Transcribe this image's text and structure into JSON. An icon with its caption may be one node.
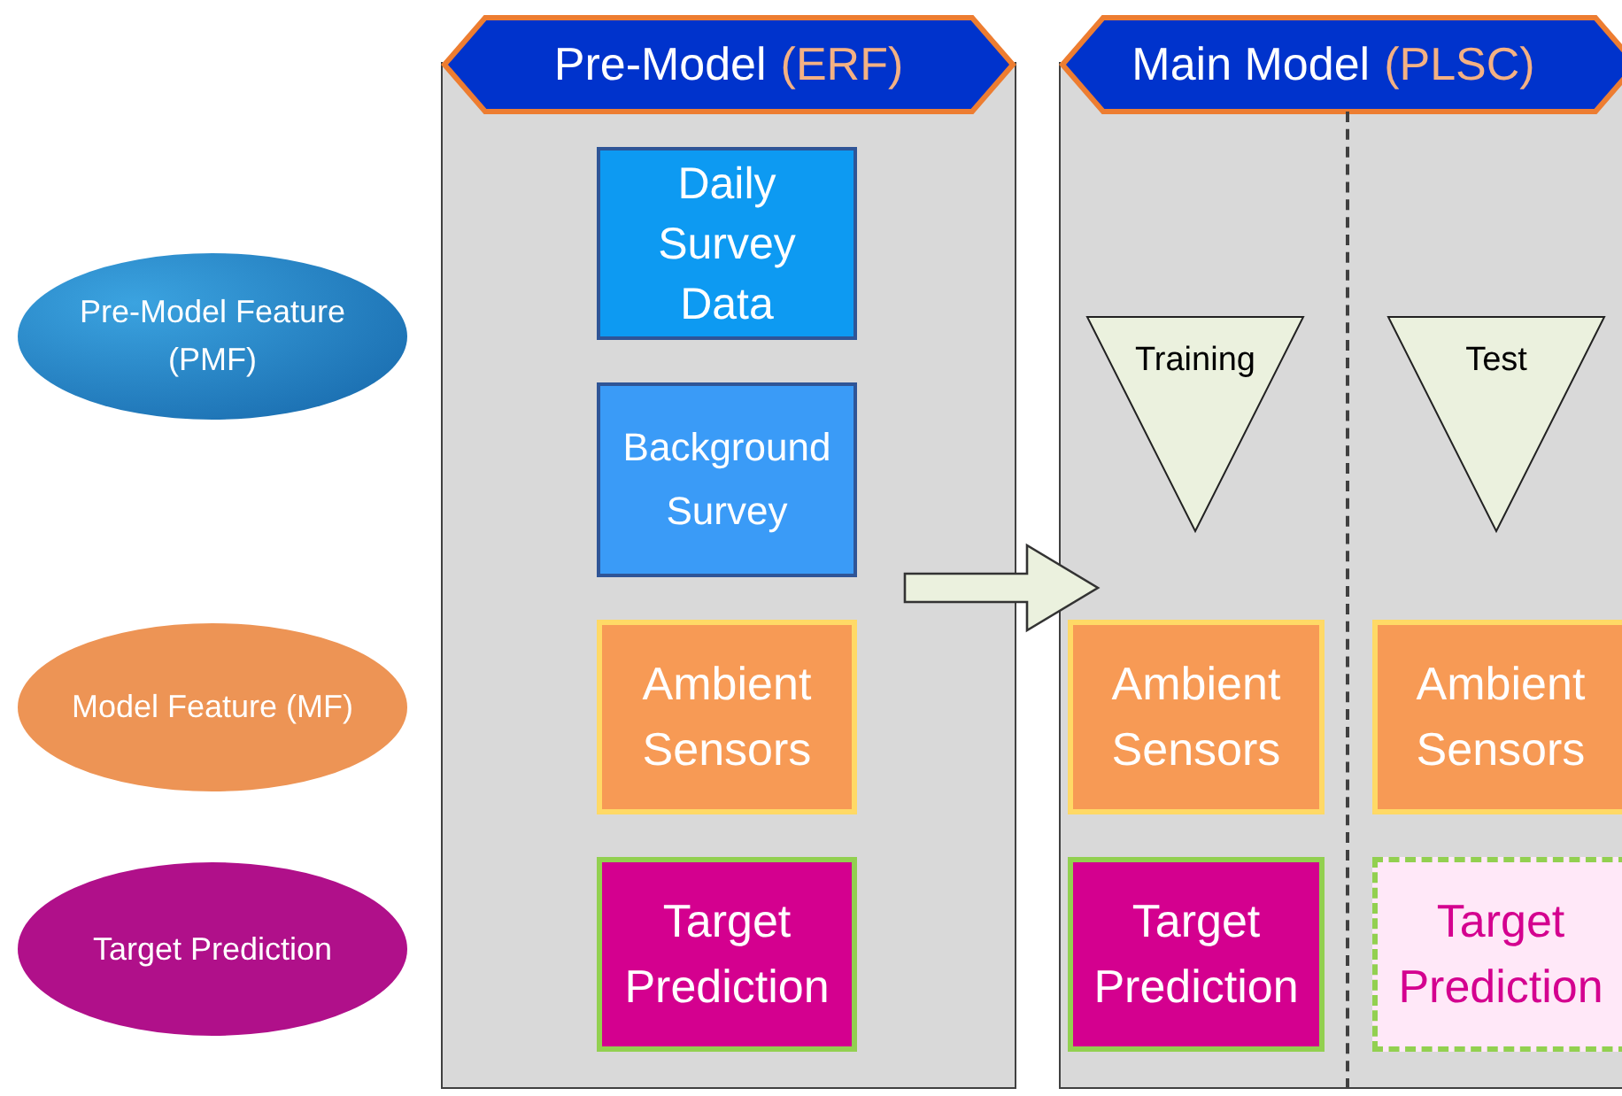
{
  "diagram": {
    "nodes": [
      {
        "text": [
          "Pre-Model Feature (PMF)"
        ]
      },
      {
        "text": [
          "Model Feature (MF)"
        ]
      },
      {
        "text": [
          "Target Prediction"
        ]
      },
      {
        "text": [
          "Pre-Model",
          "(ERF)"
        ]
      },
      {
        "text": [
          "Daily Survey Data"
        ],
        "in": 3
      },
      {
        "text": [
          "Background Survey"
        ],
        "in": 3
      },
      {
        "text": [
          "Ambient Sensors"
        ],
        "in": 3
      },
      {
        "text": [
          "Target Prediction"
        ],
        "in": 3
      },
      {
        "text": [
          "Main Model",
          "(PLSC)"
        ]
      },
      {
        "text": [
          "Training"
        ],
        "in": 8
      },
      {
        "text": [
          "Test"
        ],
        "in": 8
      },
      {
        "text": [
          "Ambient Sensors"
        ],
        "in": 8
      },
      {
        "text": [
          "Ambient Sensors"
        ],
        "in": 8
      },
      {
        "text": [
          "Target Prediction"
        ],
        "in": 8
      },
      {
        "text": [
          "Target Prediction"
        ],
        "in": 8
      }
    ],
    "edges": [
      {
        "from": 5,
        "to": 8,
        "arrow": "to",
        "style": "thick"
      }
    ]
  }
}
